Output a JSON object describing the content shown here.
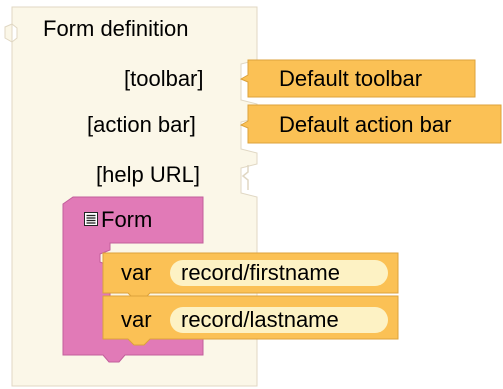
{
  "form_definition": {
    "title": "Form definition",
    "colors": {
      "fill": "#fbf7e8",
      "stroke": "#e0d7c3"
    },
    "inputs": [
      {
        "label": "[toolbar]",
        "value": "Default toolbar"
      },
      {
        "label": "[action bar]",
        "value": "Default action bar"
      },
      {
        "label": "[help URL]",
        "value": ""
      }
    ]
  },
  "form_block": {
    "icon": "list-icon",
    "label": "Form",
    "colors": {
      "fill": "#e17ab7",
      "stroke": "#c25f9b"
    }
  },
  "fields": [
    {
      "keyword": "var",
      "path": "record/firstname"
    },
    {
      "keyword": "var",
      "path": "record/lastname"
    }
  ],
  "colors": {
    "value_block_fill": "#fbc155",
    "value_block_stroke": "#dca23b",
    "pill_fill": "#fdf2c4"
  }
}
